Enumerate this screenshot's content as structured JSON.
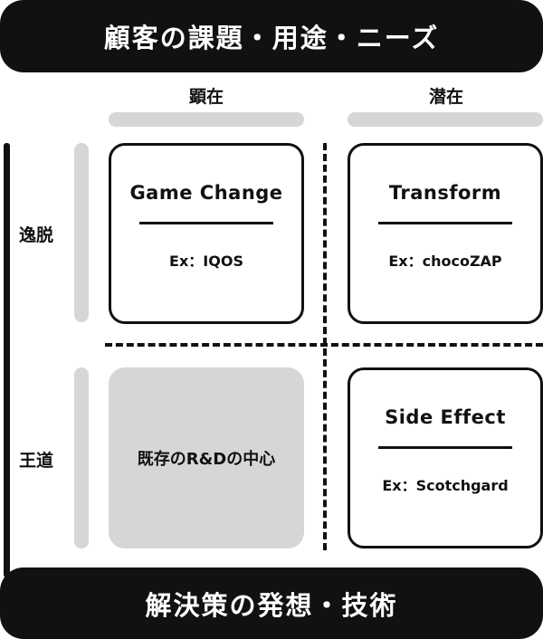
{
  "header": {
    "title": "顧客の課題・用途・ニーズ"
  },
  "footer": {
    "title": "解決策の発想・技術"
  },
  "columns": {
    "left": "顕在",
    "right": "潜在"
  },
  "rows": {
    "top": "逸脱",
    "bottom": "王道"
  },
  "quadrants": {
    "top_left": {
      "title": "Game Change",
      "example": "Ex：IQOS"
    },
    "top_right": {
      "title": "Transform",
      "example": "Ex：chocoZAP"
    },
    "bottom_left": {
      "title": "既存のR&Dの中心"
    },
    "bottom_right": {
      "title": "Side Effect",
      "example": "Ex：Scotchgard"
    }
  },
  "colors": {
    "dark": "#111111",
    "gray": "#d6d6d6",
    "background": "#ffffff"
  }
}
